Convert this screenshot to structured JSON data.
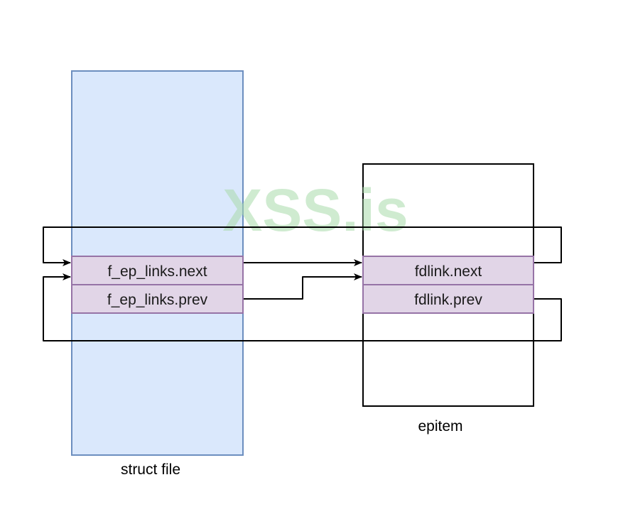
{
  "struct_file": {
    "caption": "struct file",
    "fill": "#dae8fc",
    "stroke": "#6c8ebf",
    "fields": [
      "f_ep_links.next",
      "f_ep_links.prev"
    ]
  },
  "epitem": {
    "caption": "epitem",
    "fill": "#ffffff",
    "stroke": "#000000",
    "fields": [
      "fdlink.next",
      "fdlink.prev"
    ]
  },
  "field_style": {
    "fill": "#e1d5e7",
    "stroke": "#9673a6"
  },
  "watermark": {
    "text": "XSS.is",
    "color": "#a9dbab"
  }
}
